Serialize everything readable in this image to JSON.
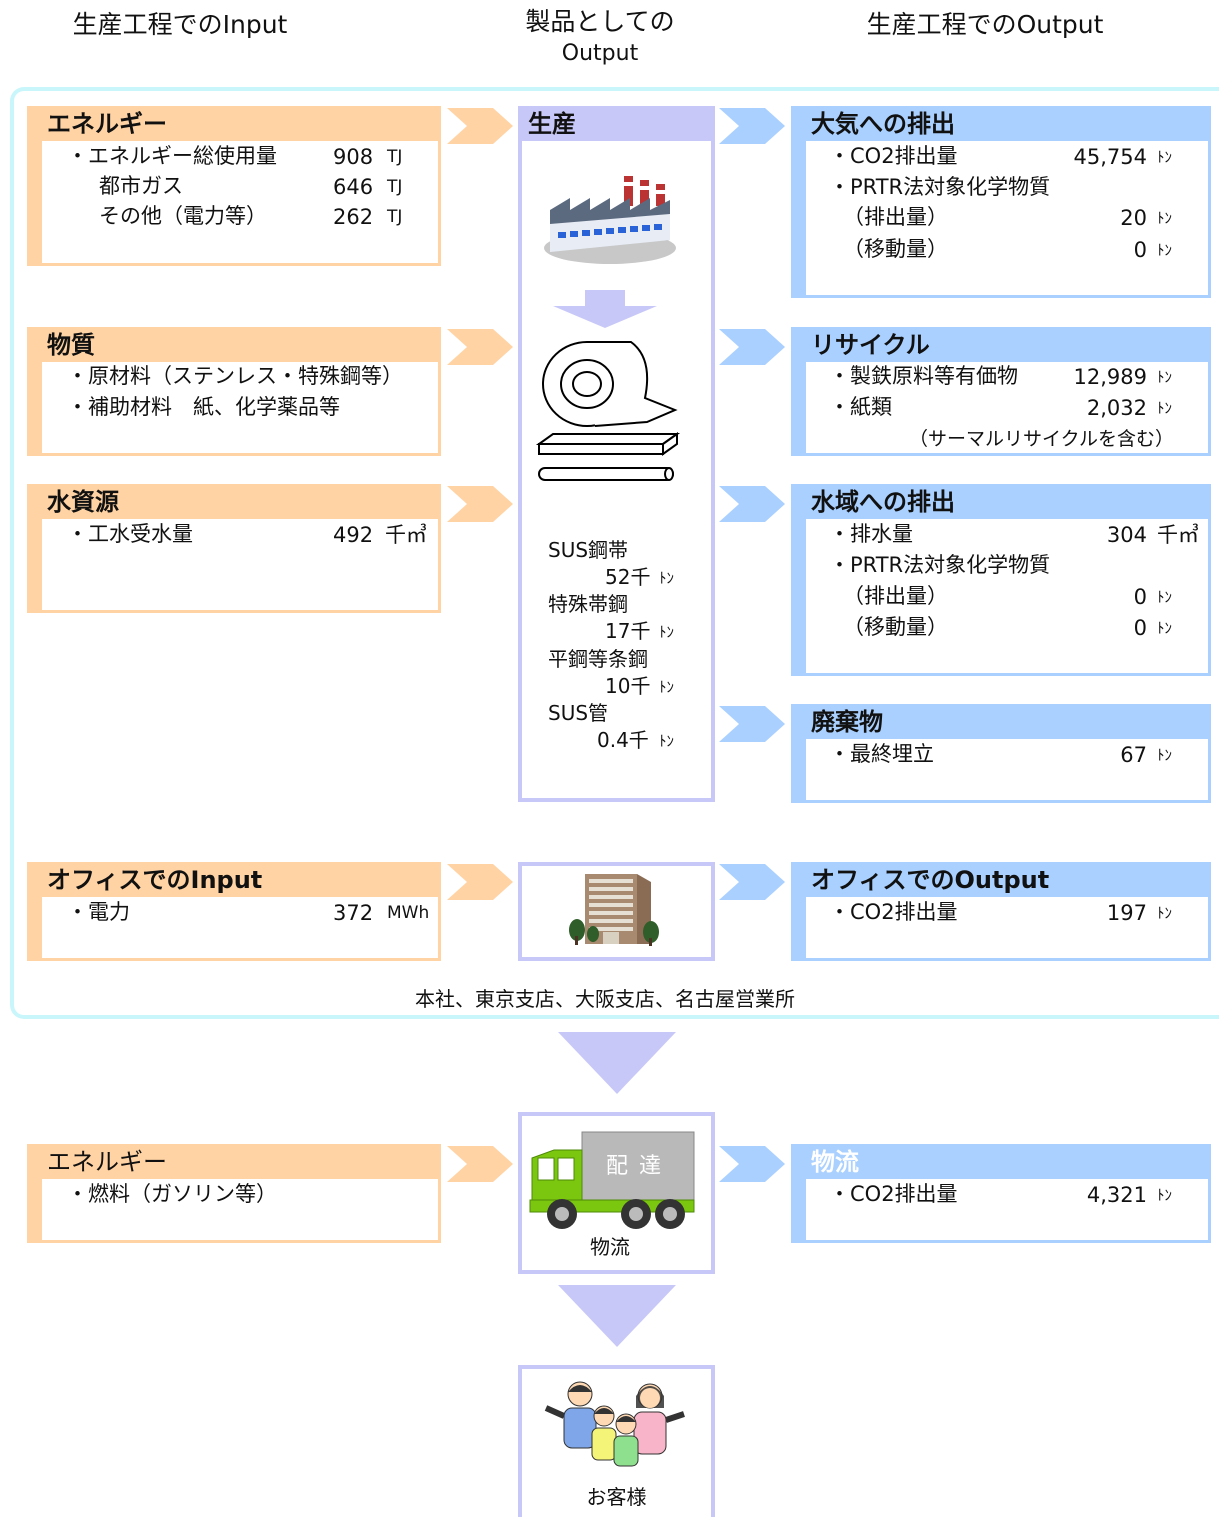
{
  "headers": {
    "input": "生産工程でのInput",
    "product_line1": "製品としての",
    "product_line2": "Output",
    "output": "生産工程でのOutput"
  },
  "inputs": {
    "energy": {
      "title": "エネルギー",
      "rows": [
        {
          "label": "・エネルギー総使用量",
          "value": "908",
          "unit": "TJ"
        },
        {
          "label": "都市ガス",
          "value": "646",
          "unit": "TJ"
        },
        {
          "label": "その他（電力等）",
          "value": "262",
          "unit": "TJ"
        }
      ]
    },
    "material": {
      "title": "物質",
      "rows": [
        {
          "label": "・原材料（ステンレス・特殊鋼等）"
        },
        {
          "label": "・補助材料　紙、化学薬品等"
        }
      ]
    },
    "water": {
      "title": "水資源",
      "rows": [
        {
          "label": "・工水受水量",
          "value": "492",
          "unit": "千㎥"
        }
      ]
    },
    "office": {
      "title": "オフィスでのInput",
      "rows": [
        {
          "label": "・電力",
          "value": "372",
          "unit": "MWh"
        }
      ]
    },
    "logistics_energy": {
      "title": "エネルギー",
      "rows": [
        {
          "label": "・燃料（ガソリン等）"
        }
      ]
    }
  },
  "production": {
    "title": "生産",
    "products": [
      {
        "name": "SUS鋼帯",
        "amount": "52千",
        "unit": "ﾄﾝ"
      },
      {
        "name": "特殊帯鋼",
        "amount": "17千",
        "unit": "ﾄﾝ"
      },
      {
        "name": "平鋼等条鋼",
        "amount": "10千",
        "unit": "ﾄﾝ"
      },
      {
        "name": "SUS管",
        "amount": "0.4千",
        "unit": "ﾄﾝ"
      }
    ]
  },
  "office_caption": "本社、東京支店、大阪支店、名古屋営業所",
  "logistics_caption": "物流",
  "customer_caption": "お客様",
  "truck_text": "配 達",
  "outputs": {
    "air": {
      "title": "大気への排出",
      "rows": [
        {
          "label": "・CO2排出量",
          "value": "45,754",
          "unit": "ﾄﾝ"
        },
        {
          "label": "・PRTR法対象化学物質"
        },
        {
          "label": "（排出量）",
          "value": "20",
          "unit": "ﾄﾝ"
        },
        {
          "label": "（移動量）",
          "value": "0",
          "unit": "ﾄﾝ"
        }
      ]
    },
    "recycle": {
      "title": "リサイクル",
      "rows": [
        {
          "label": "・製鉄原料等有価物",
          "value": "12,989",
          "unit": "ﾄﾝ"
        },
        {
          "label": "・紙類",
          "value": "2,032",
          "unit": "ﾄﾝ"
        },
        {
          "label": "（サーマルリサイクルを含む）"
        }
      ]
    },
    "water": {
      "title": "水域への排出",
      "rows": [
        {
          "label": "・排水量",
          "value": "304",
          "unit": "千㎥"
        },
        {
          "label": "・PRTR法対象化学物質"
        },
        {
          "label": "（排出量）",
          "value": "0",
          "unit": "ﾄﾝ"
        },
        {
          "label": "（移動量）",
          "value": "0",
          "unit": "ﾄﾝ"
        }
      ]
    },
    "waste": {
      "title": "廃棄物",
      "rows": [
        {
          "label": "・最終埋立",
          "value": "67",
          "unit": "ﾄﾝ"
        }
      ]
    },
    "office": {
      "title": "オフィスでのOutput",
      "rows": [
        {
          "label": "・CO2排出量",
          "value": "197",
          "unit": "ﾄﾝ"
        }
      ]
    },
    "logistics": {
      "title": "物流",
      "rows": [
        {
          "label": "・CO2排出量",
          "value": "4,321",
          "unit": "ﾄﾝ"
        }
      ]
    }
  },
  "colors": {
    "input_accent": "#ffd3a4",
    "output_accent": "#a9d0ff",
    "center_accent": "#c8c8f8",
    "frame": "#c9f6fb"
  }
}
